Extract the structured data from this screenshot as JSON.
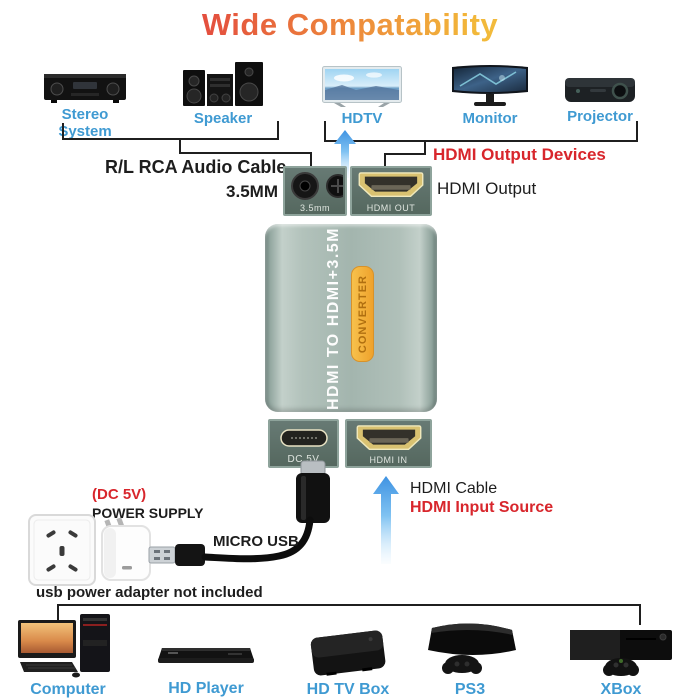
{
  "title": "Wide Compatability",
  "top_section": {
    "heading": "HDMI Output Devices",
    "devices": [
      {
        "label": "Stereo System"
      },
      {
        "label": "Speaker"
      },
      {
        "label": "HDTV"
      },
      {
        "label": "Monitor"
      },
      {
        "label": "Projector"
      }
    ]
  },
  "annotations": {
    "rca_cable": "R/L RCA Audio Cable",
    "jack_size": "3.5MM",
    "hdmi_output": "HDMI Output",
    "hdmi_cable": "HDMI Cable",
    "hdmi_input_source": "HDMI Input Source",
    "dc_5v": "(DC 5V)",
    "power_supply": "POWER SUPPLY",
    "micro_usb": "MICRO USB",
    "adapter_note": "usb power adapter not included"
  },
  "converter": {
    "body_text": "HDMI TO HDMI+3.5M",
    "badge_text": "CONVERTER"
  },
  "ports": {
    "jack": "3.5mm",
    "hdmi_out": "HDMI OUT",
    "dc": "DC.5V",
    "hdmi_in": "HDMI IN"
  },
  "bottom_section": {
    "devices": [
      {
        "label": "Computer"
      },
      {
        "label": "HD Player"
      },
      {
        "label": "HD TV Box"
      },
      {
        "label": "PS3"
      },
      {
        "label": "XBox"
      }
    ]
  },
  "colors": {
    "device_label_blue": "#3f9ad2",
    "accent_red": "#d8262c",
    "text_black": "#1d1d1d",
    "title_red": "#e23a3f",
    "title_yellow": "#f2c73e",
    "converter_body_green": "#a7b8b1",
    "badge_orange": "#f3ab34",
    "port_block_teal": "#5c6f6a",
    "hdmi_gold": "#d9c271",
    "arrow_blue": "#57a8e8"
  }
}
